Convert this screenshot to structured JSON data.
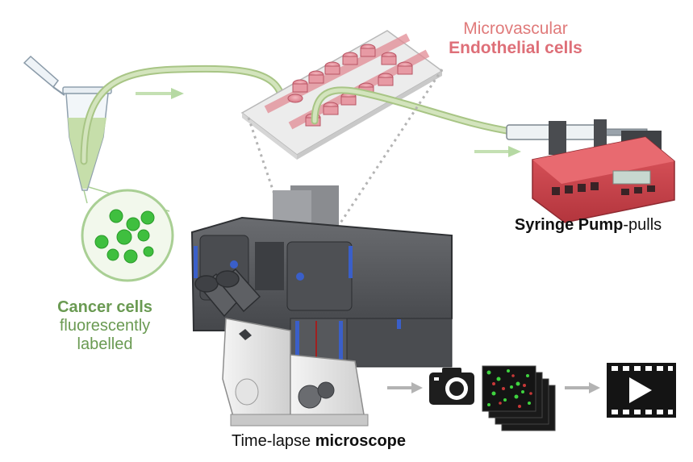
{
  "labels": {
    "microvascular": "Microvascular",
    "endothelial": "Endothelial cells",
    "syringe_bold": "Syringe Pump",
    "syringe_rest": "-pulls",
    "cancer_bold": "Cancer cells",
    "cancer_line2": "fluorescently",
    "cancer_line3": "labelled",
    "microscope_plain": "Time-lapse ",
    "microscope_bold": "microscope"
  },
  "colors": {
    "green_text": "#6a9a52",
    "pink_text": "#e07b7b",
    "pink_bold": "#de6f78",
    "tubing": "#b9cf95",
    "arrow_green": "#b6d9a3",
    "pump_red": "#c8424a",
    "microscope_dark": "#55575b",
    "cell_green": "#3fbf3f"
  },
  "icons": [
    "pipette-icon",
    "tube-icon",
    "chip-icon",
    "syringe-pump-icon",
    "microscope-icon",
    "camera-icon",
    "image-stack-icon",
    "film-icon"
  ]
}
